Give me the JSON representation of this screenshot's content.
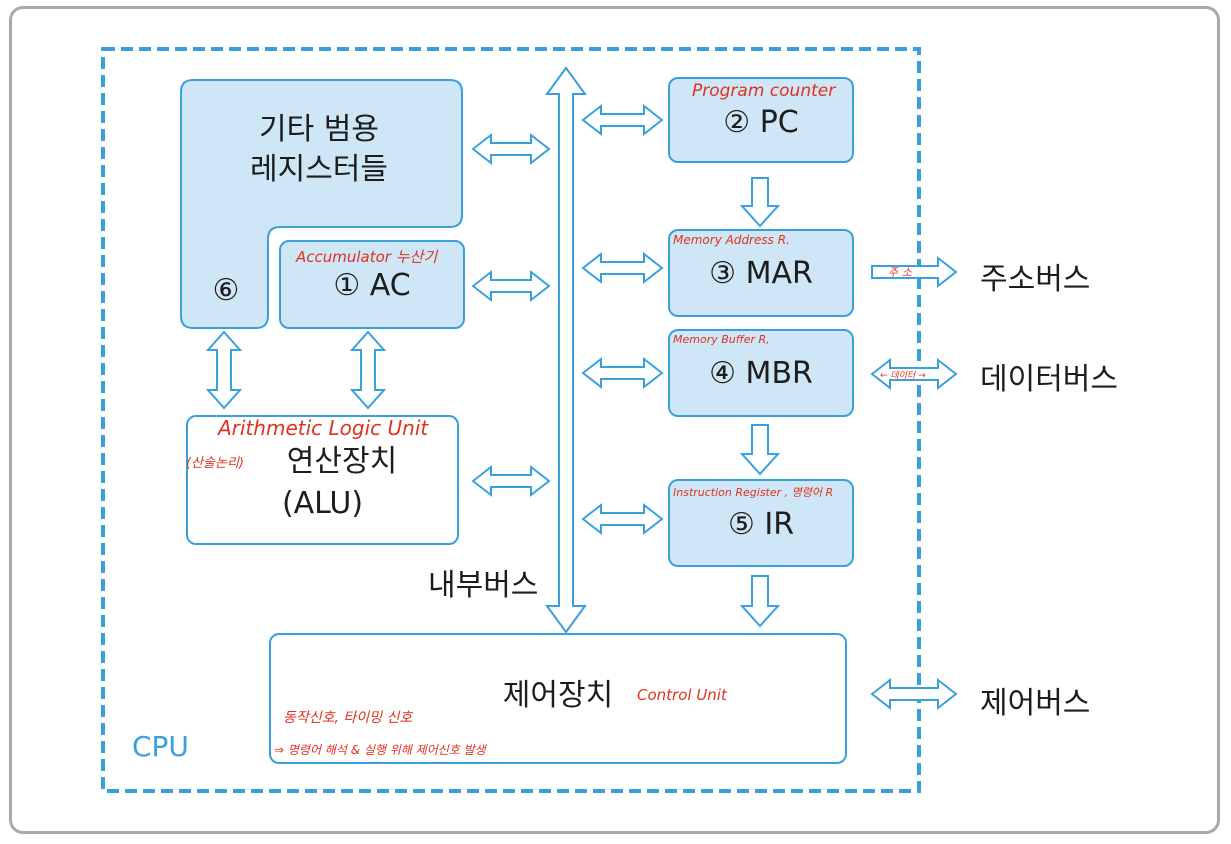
{
  "boxes": {
    "gp": {
      "line1": "기타 범용",
      "line2": "레지스터들",
      "num": "⑥"
    },
    "ac": {
      "label": "① AC",
      "note": "Accumulator 누산기"
    },
    "pc": {
      "label": "② PC",
      "note": "Program counter"
    },
    "mar": {
      "label": "③ MAR",
      "note": "Memory Address R."
    },
    "mbr": {
      "label": "④ MBR",
      "note": "Memory Buffer R,"
    },
    "ir": {
      "label": "⑤ IR",
      "note": "Instruction Register , 명령어 R"
    },
    "alu": {
      "line1": "연산장치",
      "line2": "(ALU)",
      "note": "Arithmetic Logic Unit",
      "note2": "(산술논리)"
    },
    "cu": {
      "label": "제어장치",
      "note": "Control Unit",
      "note2": "동작신호, 타이밍 신호",
      "note3": "⇒ 명령어 해석 & 실행 위해 제어신호 발생"
    }
  },
  "buses": {
    "internal": "내부버스",
    "address": "주소버스",
    "address_note": "주 소",
    "data": "데이터버스",
    "data_note": "← 데이터 →",
    "control": "제어버스"
  },
  "cpu_label": "CPU",
  "colors": {
    "register_fill": "#cfe6f6",
    "stroke": "#3aa0dc",
    "arrow_fill": "#ffffff",
    "note": "#e0321e",
    "text": "#1d1d1d"
  }
}
